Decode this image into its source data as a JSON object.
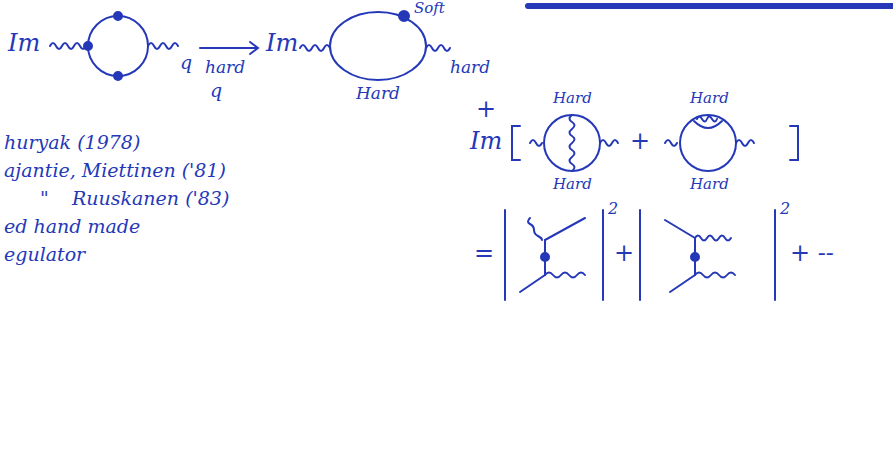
{
  "diagram": {
    "labels": [
      "Im",
      "q",
      "hard",
      "q",
      "Im",
      "Soft",
      "hard",
      "Hard",
      "+",
      "Im",
      "Hard",
      "Hard",
      "+",
      "Hard",
      "Hard",
      "huryak (1978)",
      "ajantie, Miettinen ('81)",
      "\"",
      "Ruuskanen ('83)",
      "ed hand made",
      "egulator",
      "=",
      "2",
      "+",
      "2",
      "+ --"
    ]
  }
}
